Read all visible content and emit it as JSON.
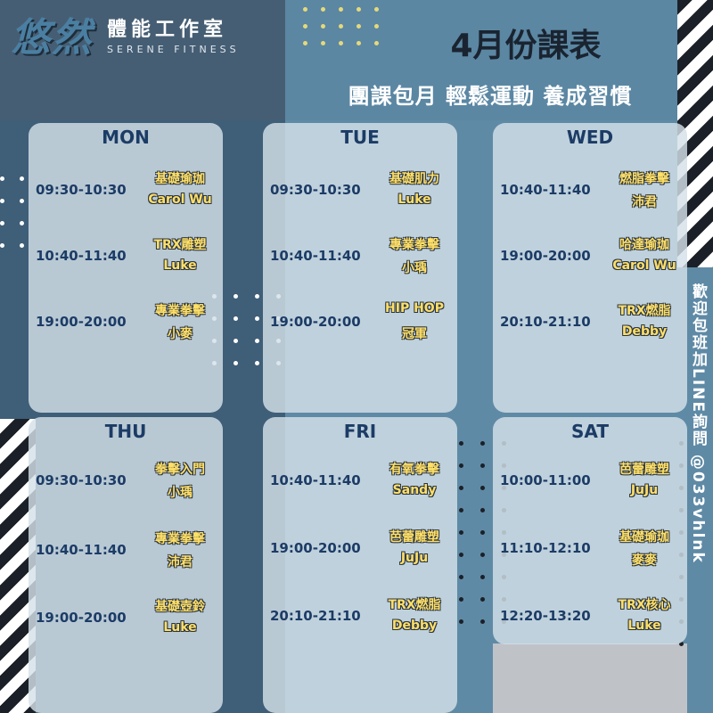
{
  "brand": {
    "mark": "悠然",
    "name_cn": "體能工作室",
    "name_en": "SERENE FITNESS"
  },
  "title": "4月份課表",
  "subtitle": "團課包月 輕鬆運動 養成習慣",
  "side_note": "歡迎包班加LINE詢問 @033vhlnk",
  "days": [
    {
      "day": "MON",
      "slots": [
        {
          "time": "09:30-10:30",
          "class": "基礎瑜珈",
          "coach": "Carol Wu"
        },
        {
          "time": "10:40-11:40",
          "class": "TRX雕塑",
          "coach": "Luke"
        },
        {
          "time": "19:00-20:00",
          "class": "專業拳擊",
          "coach": "小麥"
        }
      ]
    },
    {
      "day": "TUE",
      "slots": [
        {
          "time": "09:30-10:30",
          "class": "基礎肌力",
          "coach": "Luke"
        },
        {
          "time": "10:40-11:40",
          "class": "專業拳擊",
          "coach": "小瑀"
        },
        {
          "time": "19:00-20:00",
          "class": "HIP HOP",
          "coach": "冠軍"
        }
      ]
    },
    {
      "day": "WED",
      "slots": [
        {
          "time": "10:40-11:40",
          "class": "燃脂拳擊",
          "coach": "沛君"
        },
        {
          "time": "19:00-20:00",
          "class": "哈達瑜珈",
          "coach": "Carol Wu"
        },
        {
          "time": "20:10-21:10",
          "class": "TRX燃脂",
          "coach": "Debby"
        }
      ]
    },
    {
      "day": "THU",
      "slots": [
        {
          "time": "09:30-10:30",
          "class": "拳擊入門",
          "coach": "小瑀"
        },
        {
          "time": "10:40-11:40",
          "class": "專業拳擊",
          "coach": "沛君"
        },
        {
          "time": "19:00-20:00",
          "class": "基礎壺鈴",
          "coach": "Luke"
        }
      ]
    },
    {
      "day": "FRI",
      "slots": [
        {
          "time": "10:40-11:40",
          "class": "有氧拳擊",
          "coach": "Sandy"
        },
        {
          "time": "19:00-20:00",
          "class": "芭蕾雕塑",
          "coach": "JuJu"
        },
        {
          "time": "20:10-21:10",
          "class": "TRX燃脂",
          "coach": "Debby"
        }
      ]
    },
    {
      "day": "SAT",
      "slots": [
        {
          "time": "10:00-11:00",
          "class": "芭蕾雕塑",
          "coach": "JuJu"
        },
        {
          "time": "11:10-12:10",
          "class": "基礎瑜珈",
          "coach": "麥麥"
        },
        {
          "time": "12:20-13:20",
          "class": "TRX核心",
          "coach": "Luke"
        }
      ]
    }
  ]
}
